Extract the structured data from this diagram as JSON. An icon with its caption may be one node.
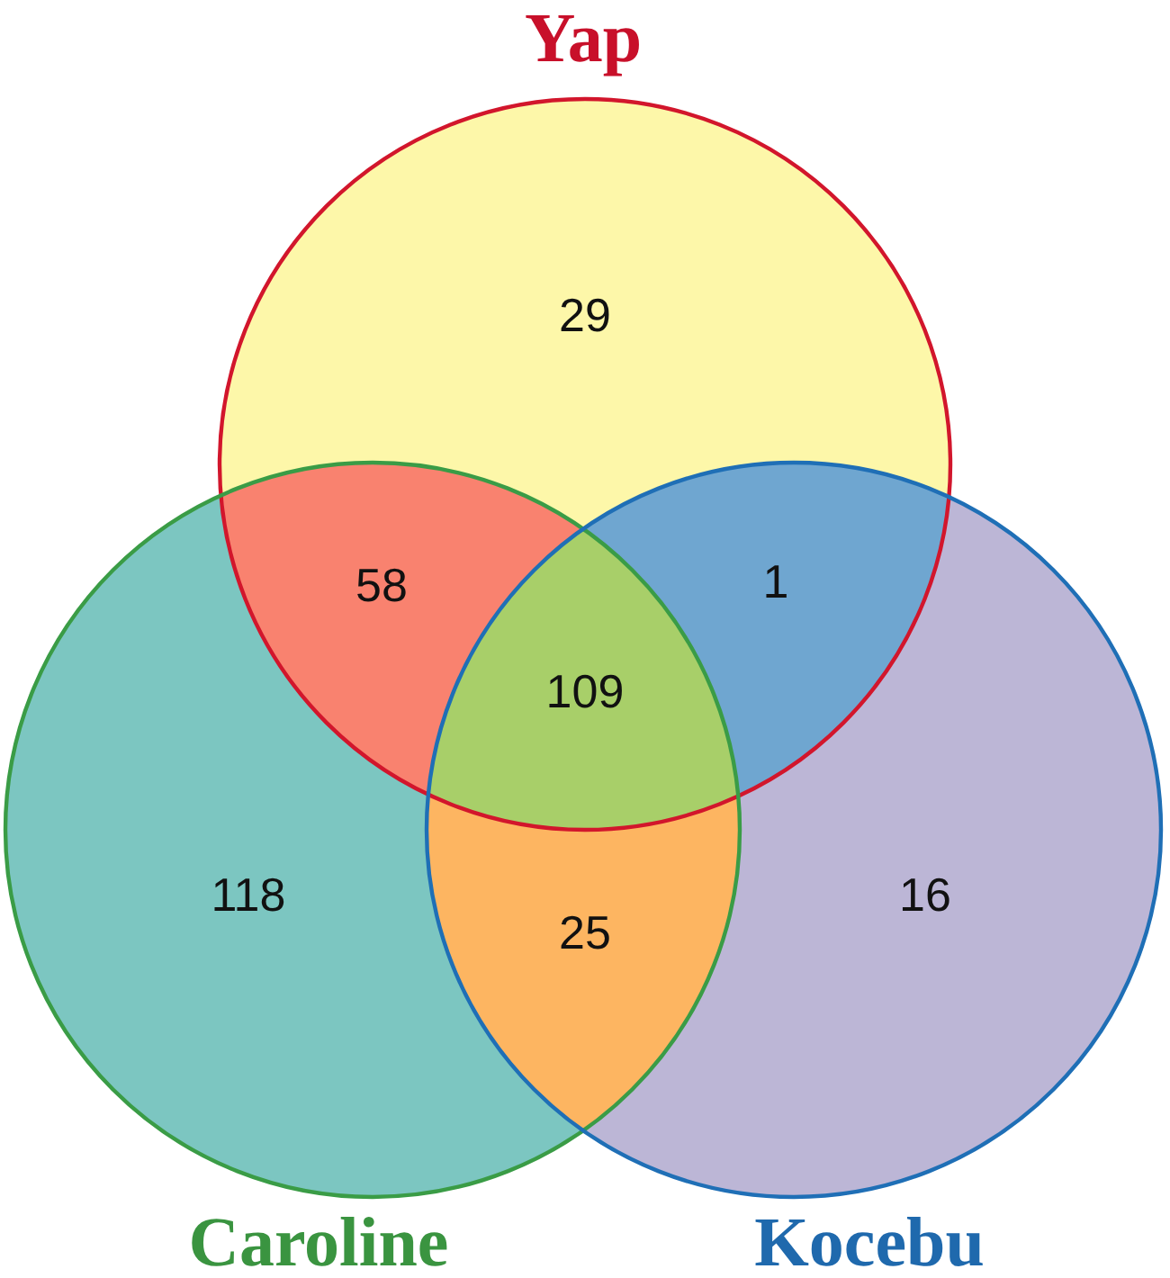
{
  "diagram": {
    "nodes": [
      {
        "text": [
          "Yap"
        ]
      },
      {
        "text": [
          "Caroline"
        ]
      },
      {
        "text": [
          "Kocebu"
        ]
      }
    ],
    "labels": [
      "29",
      "58",
      "1",
      "109",
      "118",
      "25",
      "16"
    ]
  }
}
